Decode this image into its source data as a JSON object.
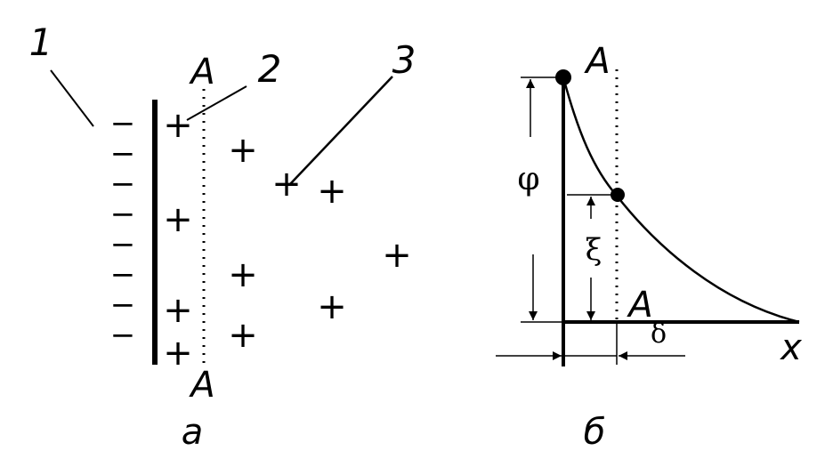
{
  "panel_a": {
    "caption": "а",
    "labels": {
      "n1": "1",
      "n2": "2",
      "n3": "3",
      "a_top": "A",
      "a_bottom": "A"
    },
    "negative_sign": "−",
    "positive_sign": "+"
  },
  "panel_b": {
    "caption": "б",
    "labels": {
      "a_top": "A",
      "a_delta": "A",
      "a_delta_sub": "δ",
      "phi": "φ",
      "xi": "ξ",
      "x_axis": "x"
    }
  },
  "colors": {
    "ink": "#000000",
    "background": "#ffffff"
  }
}
